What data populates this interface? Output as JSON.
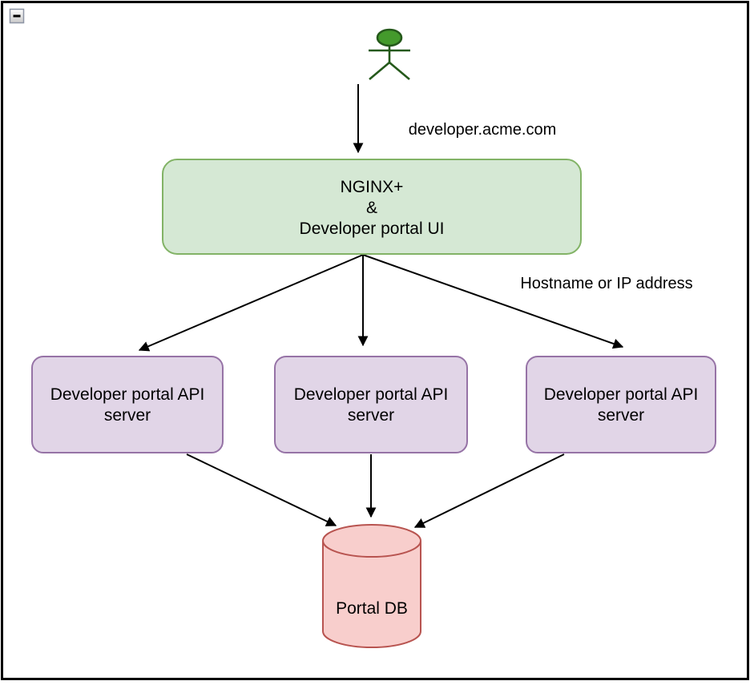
{
  "window": {
    "collapse_button": {
      "icon": "minus",
      "glyph": "−"
    }
  },
  "diagram": {
    "actor": {
      "role": "user"
    },
    "edge_labels": {
      "domain": "developer.acme.com",
      "routing": "Hostname or IP address"
    },
    "nodes": {
      "gateway": {
        "lines": [
          "NGINX+",
          "&",
          "Developer portal UI"
        ]
      },
      "api_servers": [
        {
          "line1": "Developer portal API",
          "line2": "server"
        },
        {
          "line1": "Developer portal API",
          "line2": "server"
        },
        {
          "line1": "Developer portal API",
          "line2": "server"
        }
      ],
      "database": {
        "label": "Portal DB"
      }
    },
    "colors": {
      "gateway_fill": "#d5e8d4",
      "gateway_stroke": "#82b366",
      "api_fill": "#e1d5e7",
      "api_stroke": "#9673a6",
      "db_fill": "#f8cecc",
      "db_stroke": "#b85450",
      "actor_fill": "#449a2c",
      "actor_stroke": "#25591b",
      "edge": "#000000",
      "canvas_border": "#000000"
    }
  }
}
